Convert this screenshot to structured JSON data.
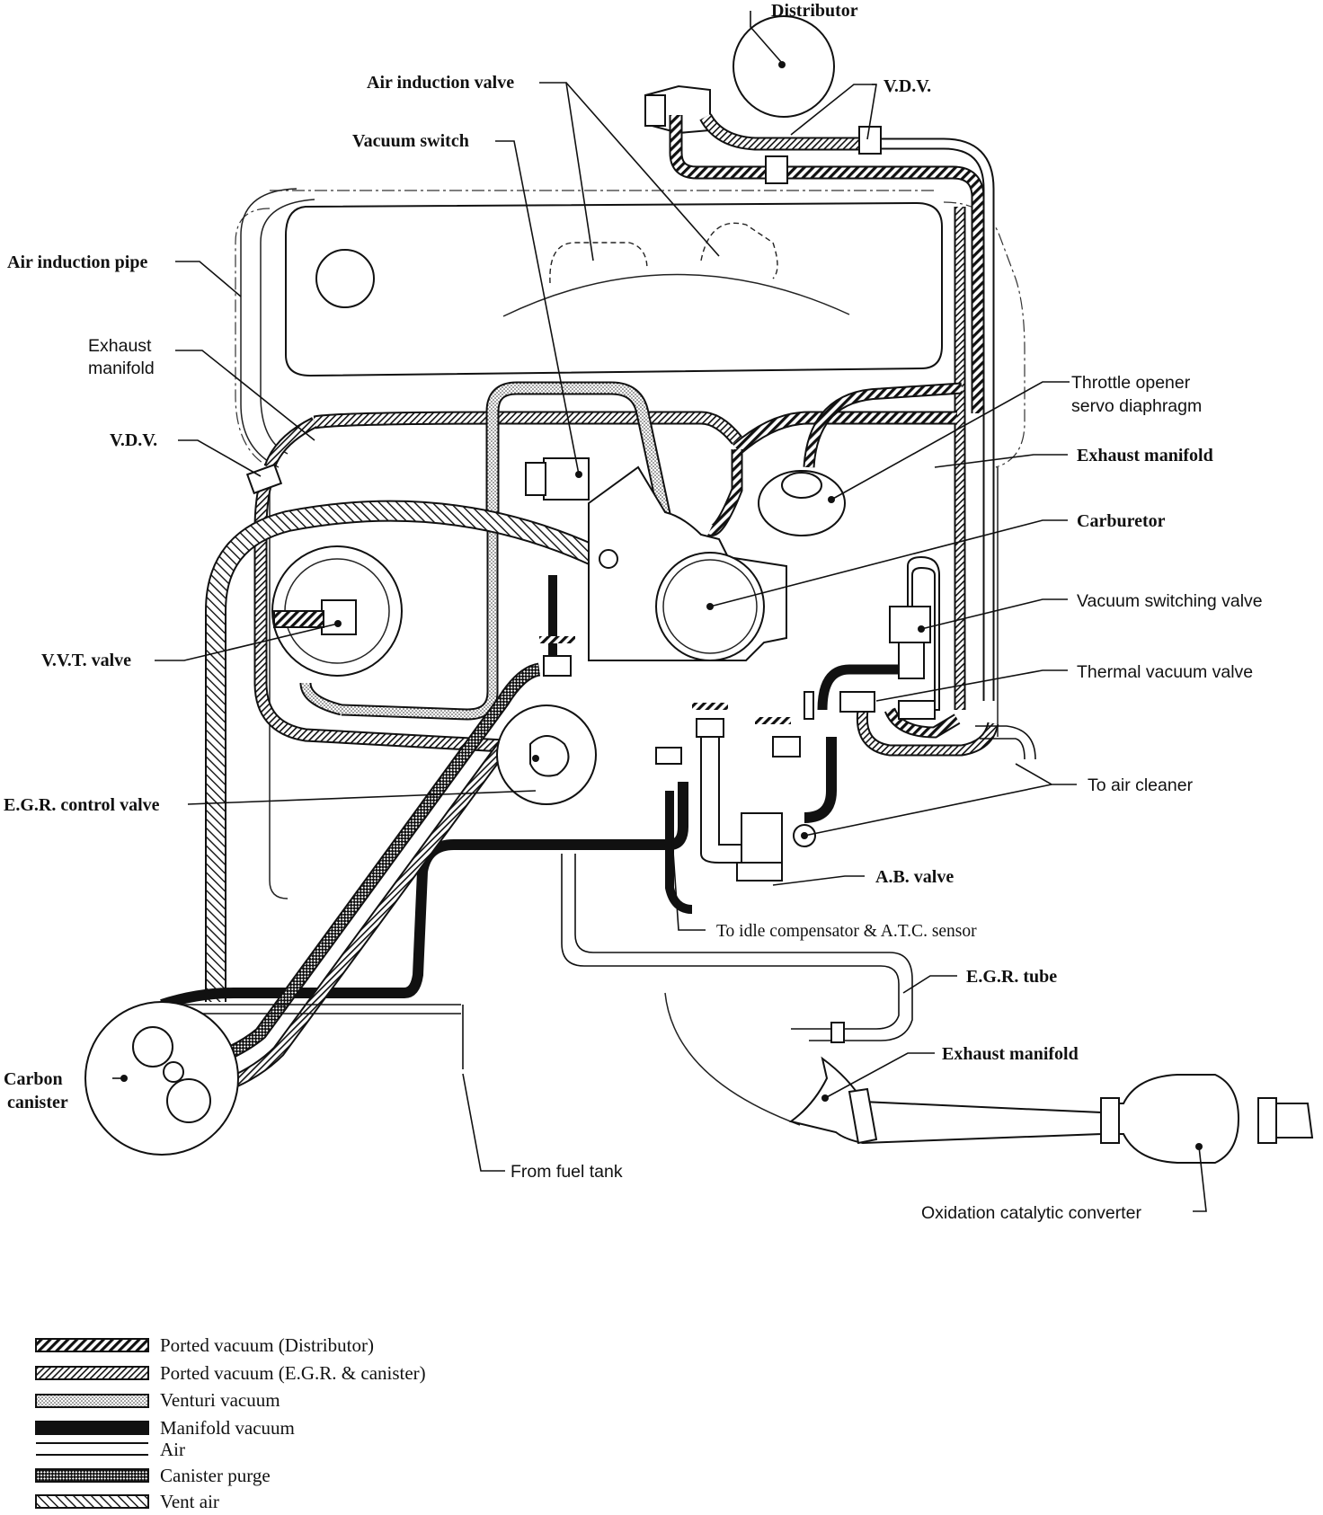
{
  "labels": {
    "distributor": "Distributor",
    "vdv_top": "V.D.V.",
    "air_induction_valve": "Air induction valve",
    "vacuum_switch": "Vacuum switch",
    "air_induction_pipe": "Air induction pipe",
    "exhaust_manifold_left_1": "Exhaust",
    "exhaust_manifold_left_2": "manifold",
    "vdv_left": "V.D.V.",
    "vvt_valve": "V.V.T. valve",
    "egr_control_valve": "E.G.R. control valve",
    "carbon_canister_1": "Carbon",
    "carbon_canister_2": "canister",
    "throttle_opener_1": "Throttle opener",
    "throttle_opener_2": "servo diaphragm",
    "exhaust_manifold_right": "Exhaust manifold",
    "carburetor": "Carburetor",
    "vacuum_switching_valve": "Vacuum switching valve",
    "thermal_vacuum_valve": "Thermal vacuum valve",
    "to_air_cleaner": "To air cleaner",
    "ab_valve": "A.B. valve",
    "to_idle_compensator": "To idle compensator & A.T.C. sensor",
    "egr_tube": "E.G.R. tube",
    "exhaust_manifold_bottom": "Exhaust manifold",
    "from_fuel_tank": "From fuel tank",
    "oxidation_catalytic_converter": "Oxidation catalytic converter"
  },
  "legend": [
    {
      "label": "Ported vacuum (Distributor)",
      "pattern": "hatch-dense"
    },
    {
      "label": "Ported vacuum (E.G.R. & canister)",
      "pattern": "hatch-fine"
    },
    {
      "label": "Venturi vacuum",
      "pattern": "dotted"
    },
    {
      "label": "Manifold vacuum",
      "pattern": "solid-black"
    },
    {
      "label": "Air",
      "pattern": "double-line"
    },
    {
      "label": "Canister purge",
      "pattern": "cross-hatch"
    },
    {
      "label": "Vent air",
      "pattern": "back-hatch"
    }
  ]
}
